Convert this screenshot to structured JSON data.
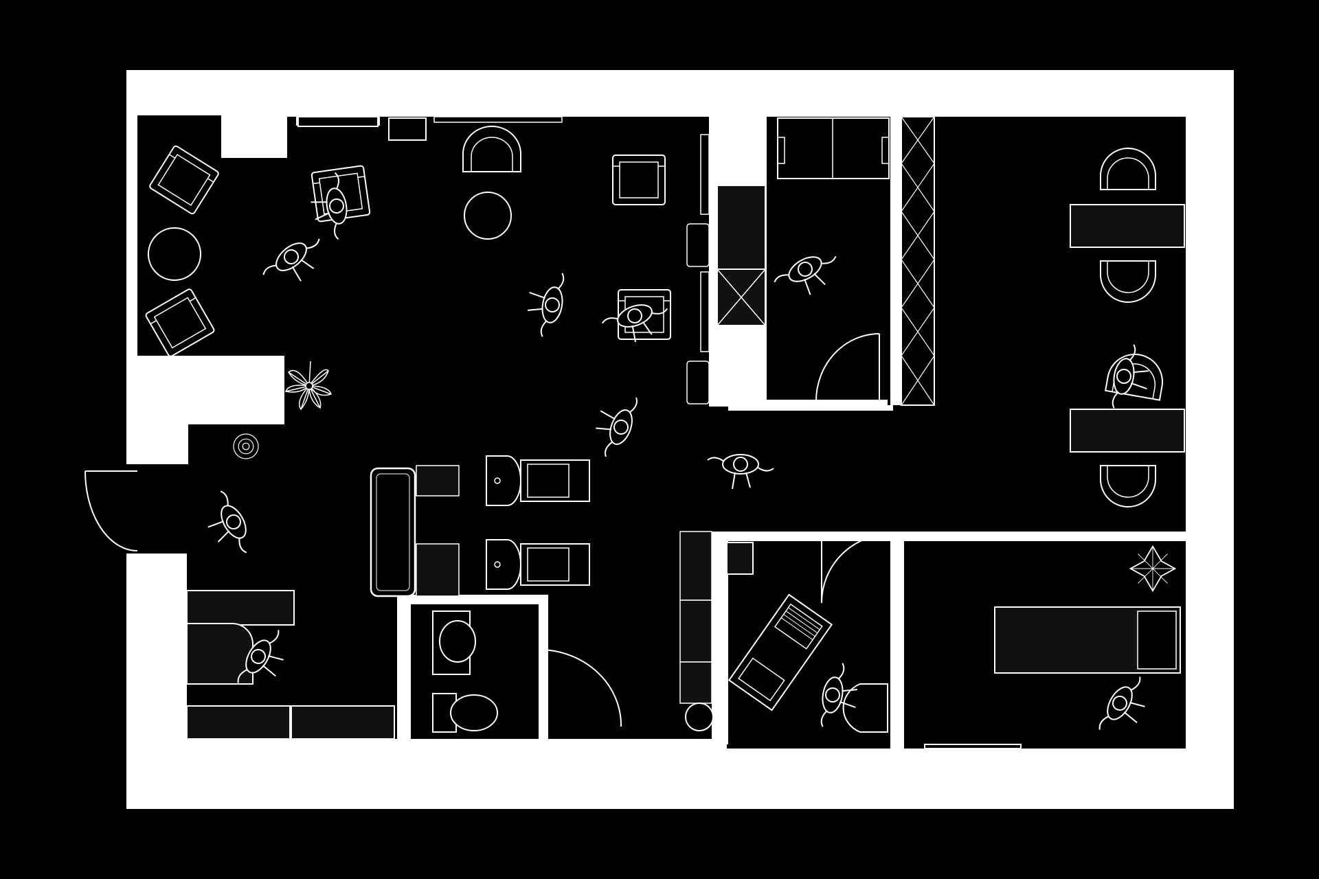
{
  "plan": {
    "background": "#000000",
    "wall_color": "#ffffff",
    "line_color": "#ffffff",
    "fill_dark": "#111111",
    "rooms": [
      {
        "id": "lounge"
      },
      {
        "id": "main-salon"
      },
      {
        "id": "washing-area"
      },
      {
        "id": "reception"
      },
      {
        "id": "staff-room"
      },
      {
        "id": "wc"
      },
      {
        "id": "pedicure-room"
      },
      {
        "id": "manicure-studio"
      },
      {
        "id": "treatment-room"
      },
      {
        "id": "corridor"
      }
    ]
  }
}
